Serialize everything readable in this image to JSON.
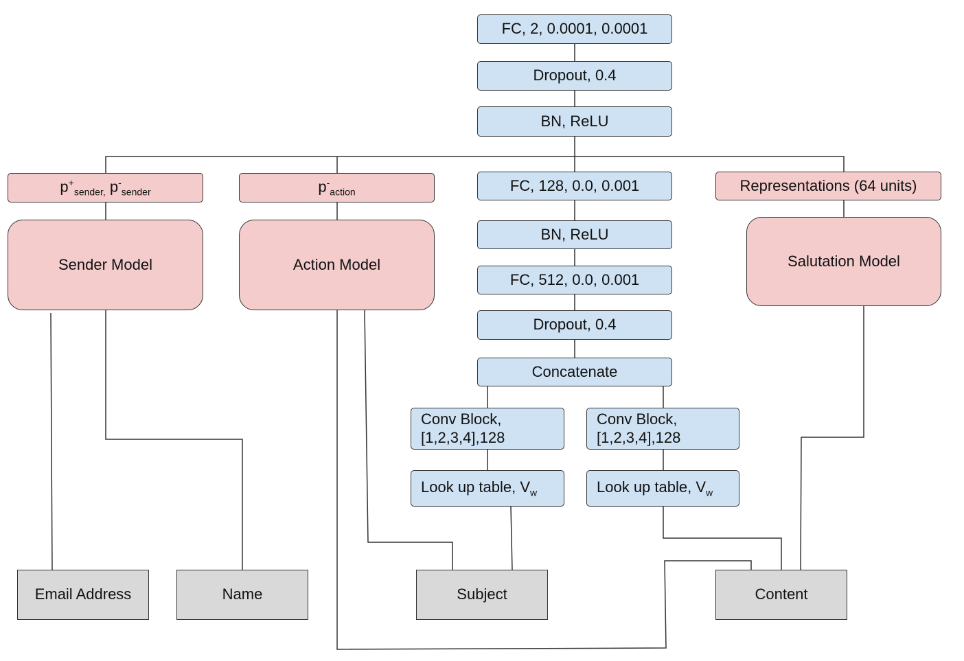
{
  "top_stack": {
    "fc_out": "FC, 2, 0.0001, 0.0001",
    "dropout_top": "Dropout, 0.4",
    "bn_relu_top": "BN, ReLU"
  },
  "sender_branch": {
    "prob": {
      "p": "p",
      "sup1": "+",
      "sub1": "sender,",
      "space": " ",
      "p2": "p",
      "sup2": "-",
      "sub2": "sender"
    },
    "model": "Sender Model"
  },
  "action_branch": {
    "prob": {
      "p": "p",
      "sup": "-",
      "sub": "action"
    },
    "model": "Action Model"
  },
  "center_stack": {
    "fc_128": "FC, 128, 0.0, 0.001",
    "bn_relu": "BN, ReLU",
    "fc_512": "FC, 512, 0.0, 0.001",
    "dropout": "Dropout, 0.4",
    "concatenate": "Concatenate",
    "conv_left_line1": "Conv Block,",
    "conv_left_line2": "[1,2,3,4],128",
    "conv_right_line1": "Conv Block,",
    "conv_right_line2": "[1,2,3,4],128",
    "lookup_left": "Look up table, V",
    "lookup_left_sub": "w",
    "lookup_right": "Look up table, V",
    "lookup_right_sub": "w"
  },
  "salutation_branch": {
    "representations": "Representations (64 units)",
    "model": "Salutation Model"
  },
  "inputs": {
    "email": "Email Address",
    "name": "Name",
    "subject": "Subject",
    "content": "Content"
  },
  "colors": {
    "blue_fill": "#cfe2f3",
    "pink_fill": "#f4cccc",
    "gray_fill": "#d9d9d9",
    "line": "#333333"
  }
}
